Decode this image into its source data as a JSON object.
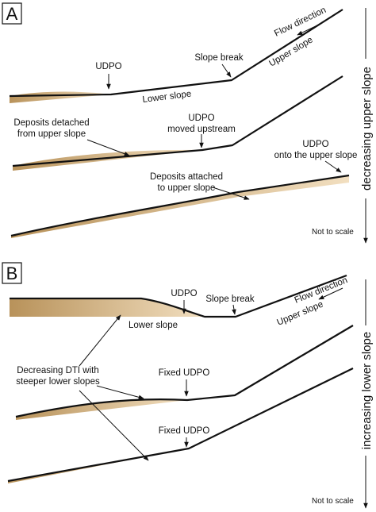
{
  "panel_a": {
    "letter": "A",
    "flow_direction": "Flow direction",
    "upper_slope": "Upper slope",
    "slope_break": "Slope break",
    "udpo": "UDPO",
    "lower_slope": "Lower slope",
    "deposits_detached_line1": "Deposits detached",
    "deposits_detached_line2": "from upper slope",
    "udpo_moved_line1": "UDPO",
    "udpo_moved_line2": "moved upstream",
    "udpo_onto_line1": "UDPO",
    "udpo_onto_line2": "onto the upper slope",
    "deposits_attached_line1": "Deposits attached",
    "deposits_attached_line2": "to upper slope",
    "not_to_scale": "Not to scale",
    "side_label": "decreasing upper slope"
  },
  "panel_b": {
    "letter": "B",
    "flow_direction": "Flow direction",
    "upper_slope": "Upper slope",
    "udpo": "UDPO",
    "slope_break": "Slope break",
    "lower_slope": "Lower slope",
    "dti_line1": "Decreasing DTI with",
    "dti_line2": "steeper lower slopes",
    "fixed_udpo_1": "Fixed UDPO",
    "fixed_udpo_2": "Fixed UDPO",
    "not_to_scale": "Not to scale",
    "side_label": "increasing lower slope"
  },
  "colors": {
    "deposit_dark": "#b8925a",
    "deposit_light": "#f2dfc0",
    "line": "#111111"
  }
}
